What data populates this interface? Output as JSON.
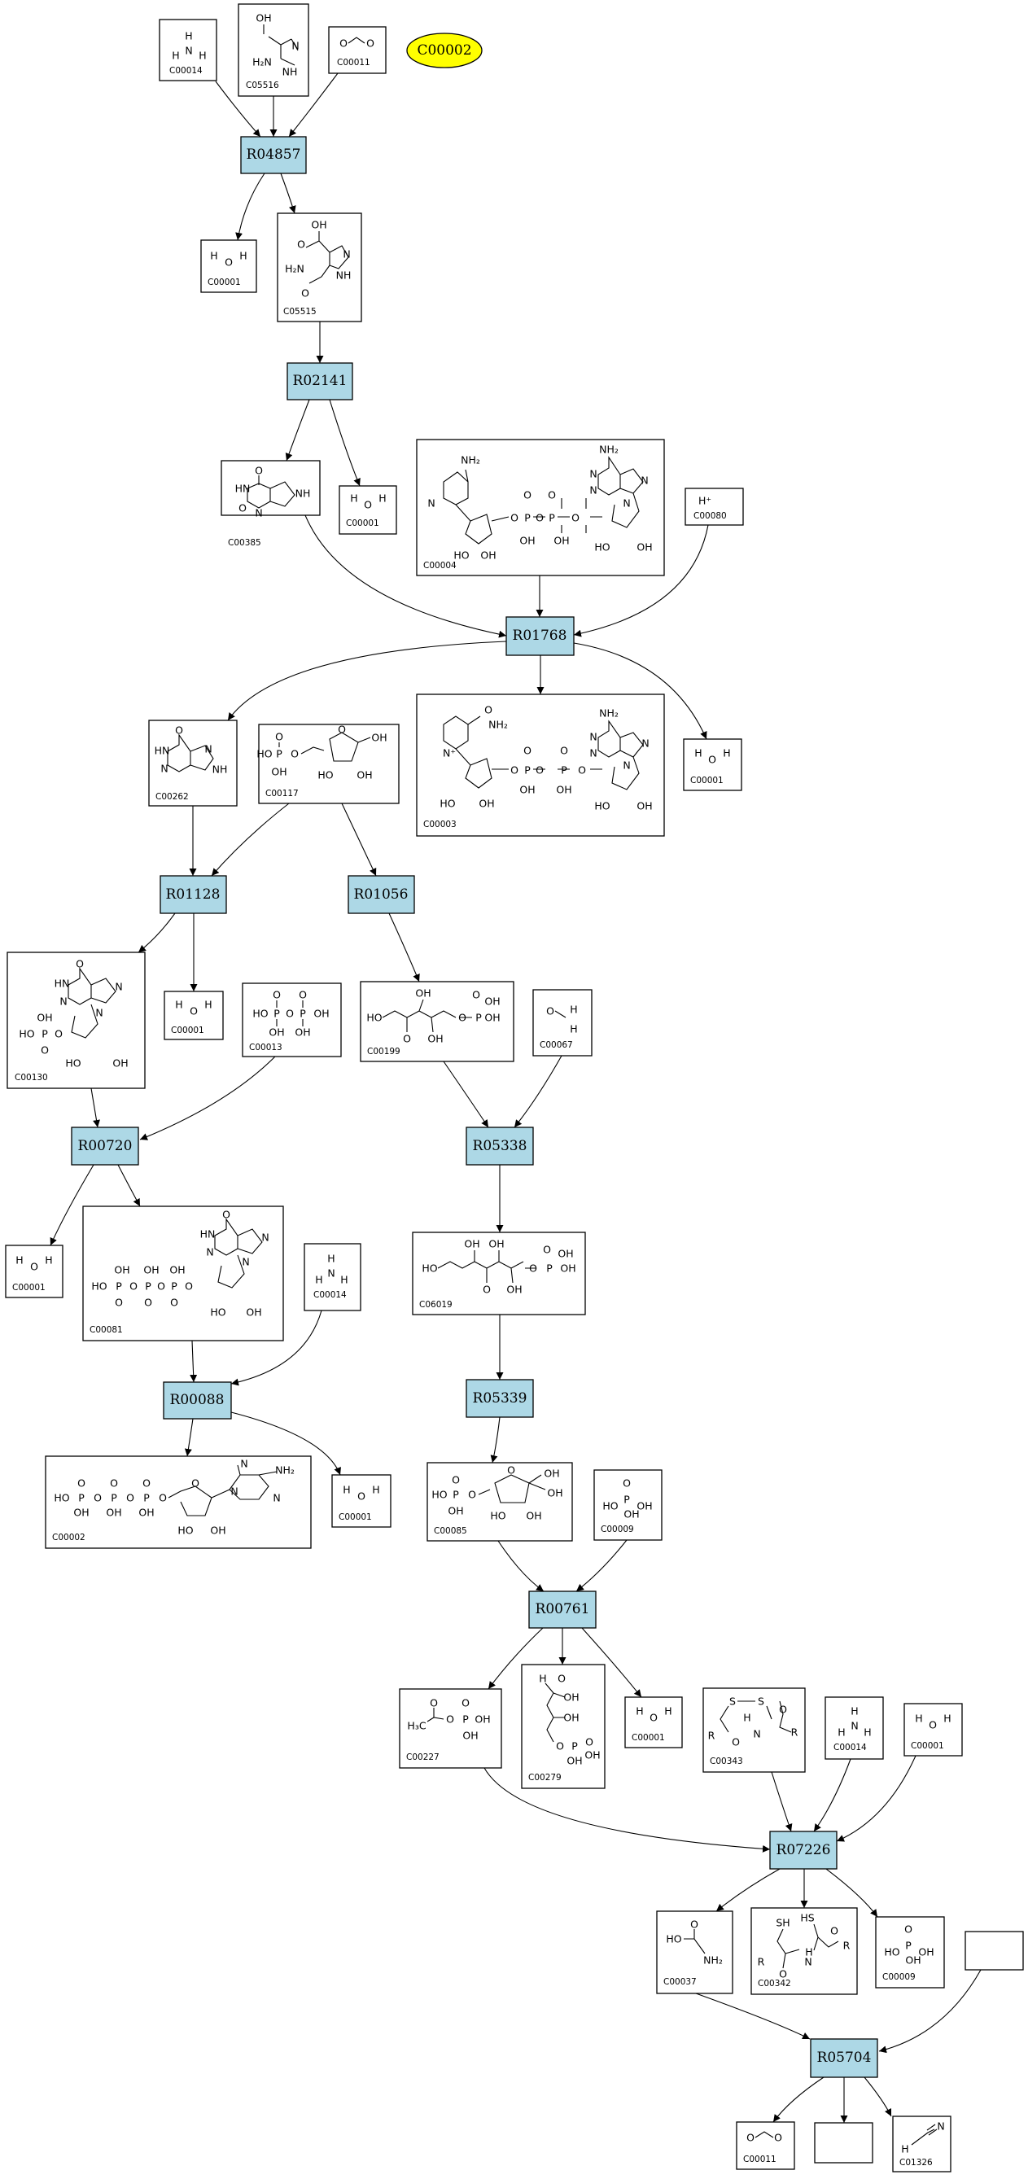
{
  "highlight": "C00002",
  "reactions": {
    "R04857": "R04857",
    "R02141": "R02141",
    "R01768": "R01768",
    "R01128": "R01128",
    "R01056": "R01056",
    "R00720": "R00720",
    "R05338": "R05338",
    "R00088": "R00088",
    "R05339": "R05339",
    "R00761": "R00761",
    "R07226": "R07226",
    "R05704": "R05704"
  },
  "compounds": {
    "c00014_a": "C00014",
    "c05516": "C05516",
    "c00011_a": "C00011",
    "c00001_a": "C00001",
    "c05515": "C05515",
    "c00385": "C00385",
    "c00001_b": "C00001",
    "c00004": "C00004",
    "c00080": "C00080",
    "c00262": "C00262",
    "c00117": "C00117",
    "c00003": "C00003",
    "c00001_c": "C00001",
    "c00130": "C00130",
    "c00001_d": "C00001",
    "c00013": "C00013",
    "c00199": "C00199",
    "c00067": "C00067",
    "c00001_e": "C00001",
    "c00081": "C00081",
    "c00014_b": "C00014",
    "c06019": "C06019",
    "c00002": "C00002",
    "c00001_f": "C00001",
    "c00085": "C00085",
    "c00009_a": "C00009",
    "c00227": "C00227",
    "c00279": "C00279",
    "c00001_g": "C00001",
    "c00343": "C00343",
    "c00014_c": "C00014",
    "c00001_h": "C00001",
    "c00037": "C00037",
    "c00342": "C00342",
    "c00009_b": "C00009",
    "c00011_b": "C00011",
    "c01326": "C01326"
  },
  "atoms": {
    "H": "H",
    "N": "N",
    "O": "O",
    "P": "P",
    "S": "S",
    "R": "R",
    "HN": "HN",
    "NH": "NH",
    "N_plus": "N⁺",
    "H_plus": "H⁺",
    "OH": "OH",
    "HO": "HO",
    "NH2": "NH₂",
    "H2N": "H₂N",
    "H3C": "H₃C",
    "SH": "SH",
    "HS": "HS",
    "O_eq": "O="
  }
}
